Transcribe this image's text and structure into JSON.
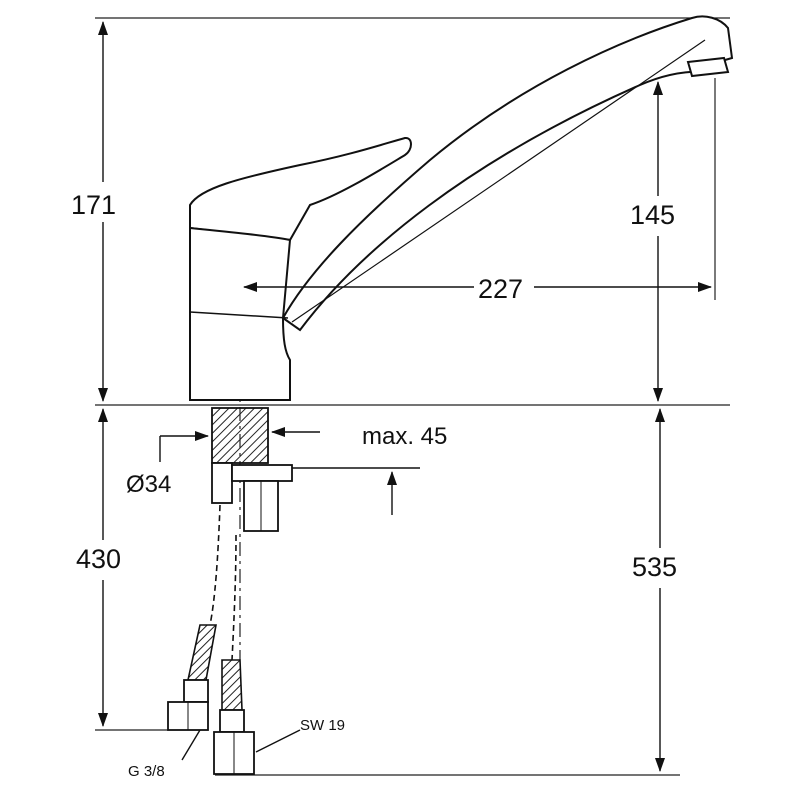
{
  "drawing": {
    "dimensions": {
      "height_upper": "171",
      "spout_height": "145",
      "spout_reach": "227",
      "max_thickness": "max. 45",
      "hole_diameter": "Ø34",
      "hose_length": "430",
      "total_below": "535"
    },
    "fittings": {
      "thread": "G 3/8",
      "wrench_size": "SW 19"
    }
  }
}
